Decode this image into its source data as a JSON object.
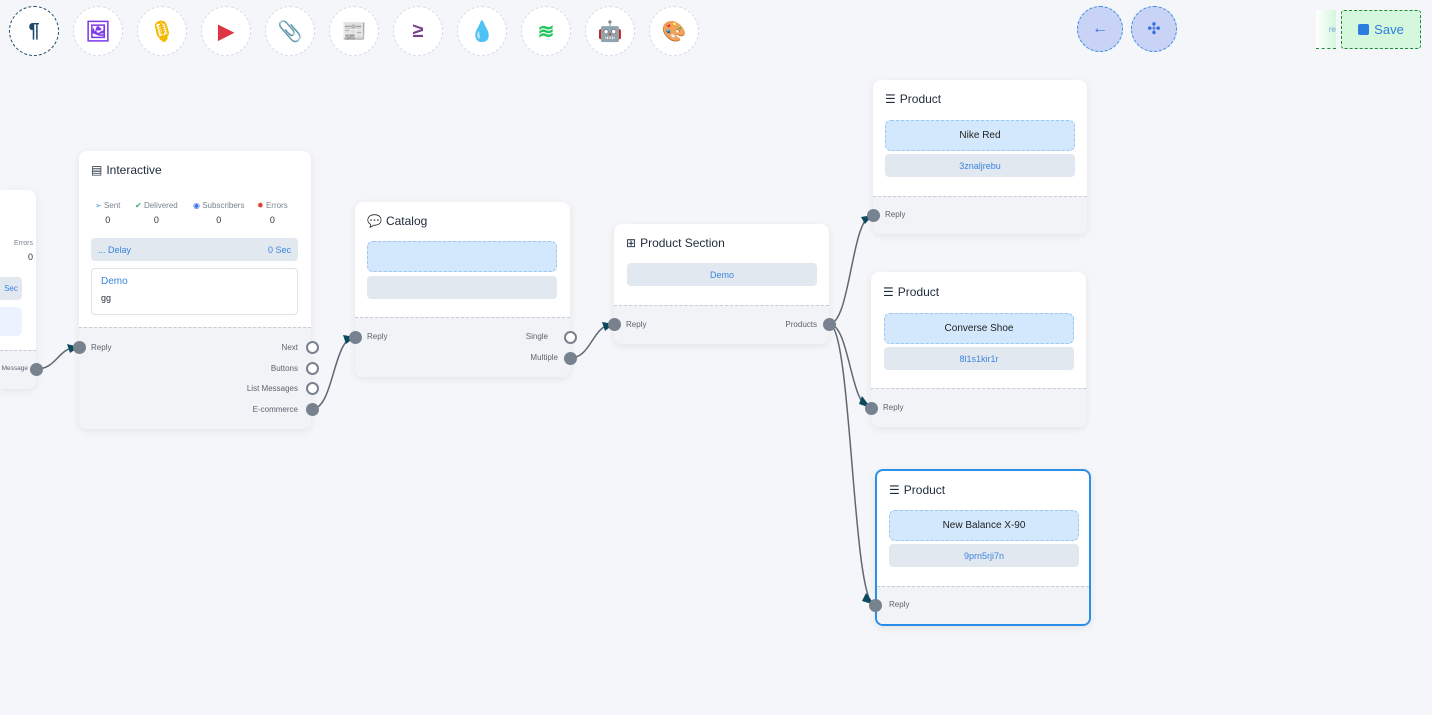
{
  "toolbar": {
    "tools": [
      {
        "icon": "paragraph-icon",
        "glyph": "¶",
        "color": "#1f4a6b"
      },
      {
        "icon": "image-icon",
        "glyph": "🖼",
        "color": "#7c3aed"
      },
      {
        "icon": "microphone-icon",
        "glyph": "🎙",
        "color": "#f5b800"
      },
      {
        "icon": "youtube-icon",
        "glyph": "▶",
        "color": "#dc3545"
      },
      {
        "icon": "paperclip-icon",
        "glyph": "📎",
        "color": "#1f9d55"
      },
      {
        "icon": "newspaper-icon",
        "glyph": "📰",
        "color": "#f87171"
      },
      {
        "icon": "greater-equal-icon",
        "glyph": "≥",
        "color": "#7b3f8c"
      },
      {
        "icon": "droplet-icon",
        "glyph": "💧",
        "color": "#d0103a"
      },
      {
        "icon": "stack-overflow-icon",
        "glyph": "≋",
        "color": "#22c55e"
      },
      {
        "icon": "robot-icon",
        "glyph": "🤖",
        "color": "#1d1df0"
      },
      {
        "icon": "palette-icon",
        "glyph": "🎨",
        "color": "#22c55e"
      }
    ],
    "back_glyph": "←",
    "compress_glyph": "✣",
    "save_label": "Save",
    "ghost_text": "re"
  },
  "partial_node": {
    "errors_label": "Errors",
    "errors_value": "0",
    "delay_value": "Sec",
    "output": "Message"
  },
  "interactive": {
    "title": "Interactive",
    "stats": [
      {
        "label": "Sent",
        "value": "0",
        "color": "#3b9be8"
      },
      {
        "label": "Delivered",
        "value": "0",
        "color": "#3cb371"
      },
      {
        "label": "Subscribers",
        "value": "0",
        "color": "#3a6fe0"
      },
      {
        "label": "Errors",
        "value": "0",
        "color": "#e03a2a"
      }
    ],
    "delay_label": "... Delay",
    "delay_value": "0 Sec",
    "message_title": "Demo",
    "message_body": "gg",
    "input": "Reply",
    "outputs": [
      "Next",
      "Buttons",
      "List Messages",
      "E-commerce"
    ]
  },
  "catalog": {
    "title": "Catalog",
    "input": "Reply",
    "outputs": [
      "Single",
      "Multiple"
    ]
  },
  "product_section": {
    "title": "Product Section",
    "item": "Demo",
    "input": "Reply",
    "output": "Products"
  },
  "products": [
    {
      "title": "Product",
      "name": "Nike Red",
      "id": "3znaljrebu",
      "input": "Reply"
    },
    {
      "title": "Product",
      "name": "Converse Shoe",
      "id": "8l1s1kir1r",
      "input": "Reply"
    },
    {
      "title": "Product",
      "name": "New Balance X-90",
      "id": "9prn5rji7n",
      "input": "Reply"
    }
  ]
}
